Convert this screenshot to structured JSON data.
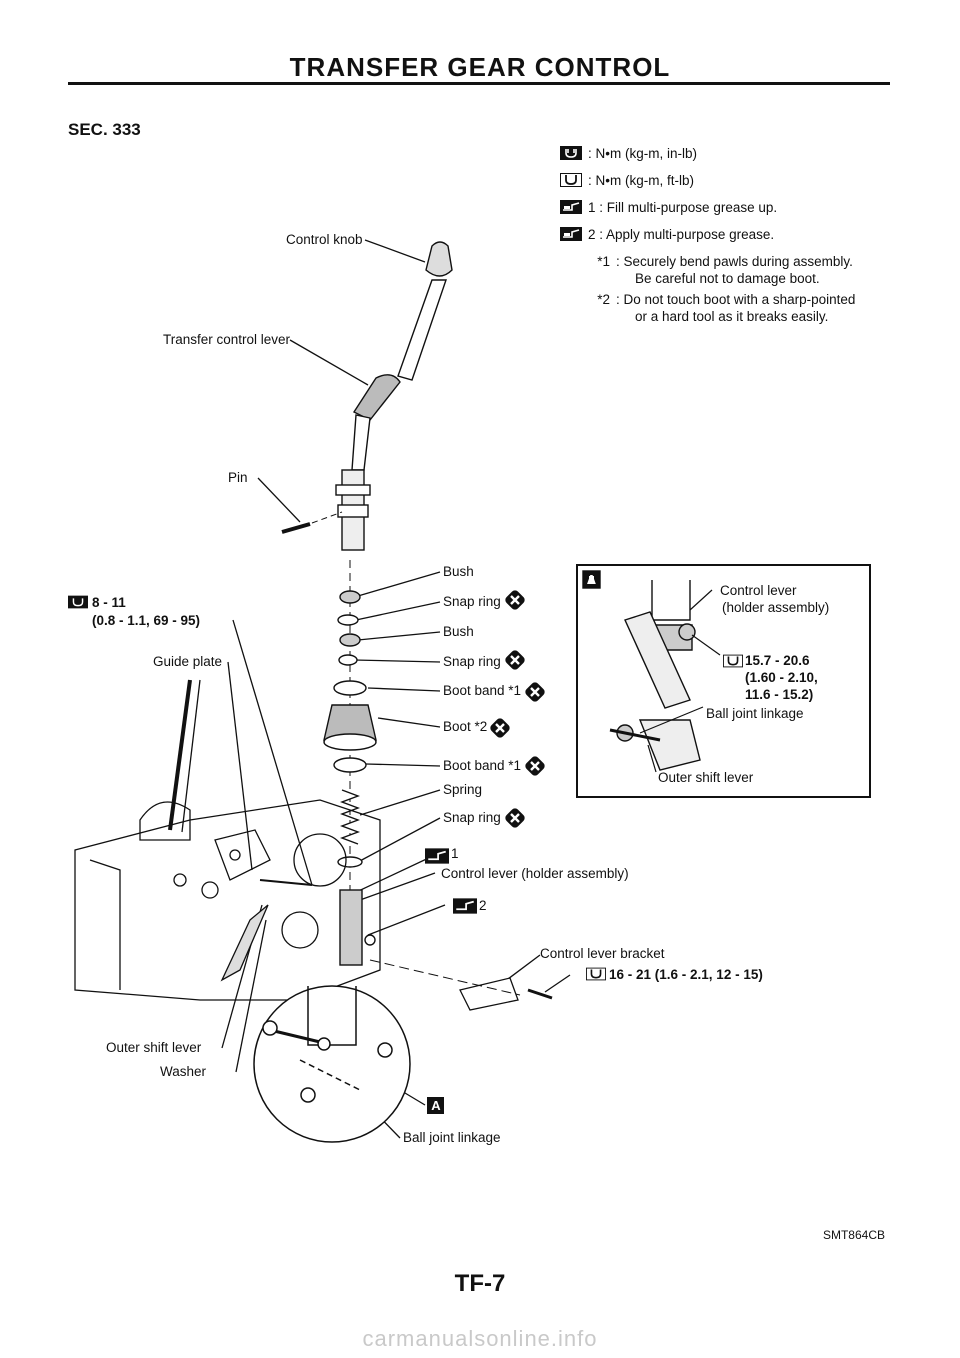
{
  "header": {
    "title": "TRANSFER GEAR CONTROL"
  },
  "section": "SEC. 333",
  "legend": [
    {
      "icon": "torque-wrench-icon",
      "code": "",
      "text": ": N•m (kg-m, in-lb)"
    },
    {
      "icon": "torque-wrench-icon",
      "code": "",
      "text": ": N•m (kg-m, ft-lb)"
    },
    {
      "icon": "grease-gun-icon",
      "code": "1",
      "text": ": Fill multi-purpose grease up."
    },
    {
      "icon": "grease-gun-icon",
      "code": "2",
      "text": ": Apply multi-purpose grease."
    },
    {
      "icon": "",
      "code": "*1",
      "text": ": Securely bend pawls during assembly."
    },
    {
      "icon": "",
      "code": "",
      "text": "Be careful not to damage boot."
    },
    {
      "icon": "",
      "code": "*2",
      "text": ": Do not touch boot with a sharp-pointed"
    },
    {
      "icon": "",
      "code": "",
      "text": "or a hard tool as it breaks easily."
    }
  ],
  "labels": {
    "control_knob": "Control knob",
    "transfer_control_lever": "Transfer control lever",
    "pin": "Pin",
    "bush1": "Bush",
    "snap_ring1": "Snap ring",
    "bush2": "Bush",
    "snap_ring2": "Snap ring",
    "boot_band1": "Boot band *1",
    "boot": "Boot *2",
    "boot_band2": "Boot band *1",
    "spring": "Spring",
    "snap_ring3": "Snap ring",
    "grease1": "1",
    "control_lever_holder": "Control lever (holder assembly)",
    "grease2": "2",
    "control_lever_bracket": "Control lever bracket",
    "bracket_torque": "16 - 21 (1.6 - 2.1, 12 - 15)",
    "guide_plate": "Guide plate",
    "outer_shift_lever": "Outer shift lever",
    "washer": "Washer",
    "ball_joint_linkage": "Ball joint linkage",
    "torque_left_line1": "8 - 11",
    "torque_left_line2": "(0.8 - 1.1, 69 - 95)",
    "view_a_marker": "A"
  },
  "inset": {
    "marker": "A",
    "control_lever": "Control lever",
    "holder_assembly": "(holder assembly)",
    "torque_line1": "15.7 - 20.6",
    "torque_line2": "(1.60 - 2.10,",
    "torque_line3": "11.6 - 15.2)",
    "ball_joint_linkage": "Ball joint linkage",
    "outer_shift_lever": "Outer shift lever"
  },
  "figure_code": "SMT864CB",
  "page_number": "TF-7",
  "watermark": "carmanualsonline.info"
}
